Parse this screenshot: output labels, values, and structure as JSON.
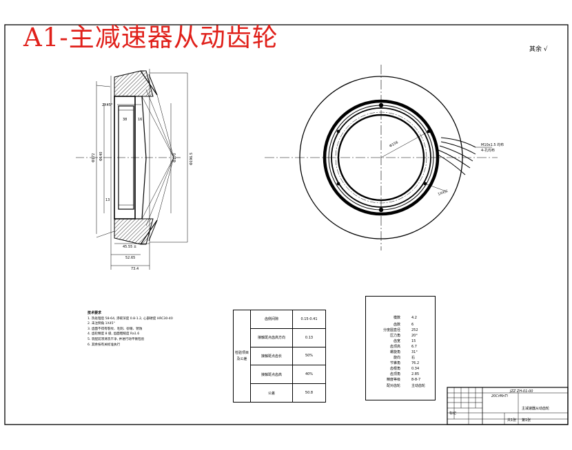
{
  "title": "A1-主减速器从动齿轮",
  "roughness_mark": "其余 √",
  "section_view": {
    "labels": {
      "chamfer": "2X45°",
      "dim_38": "38",
      "dim_16": "16",
      "dim_13": "13",
      "dia_left_outer": "Φ172",
      "dia_left_inner": "Φ140",
      "dia_right_1": "Φ170",
      "dia_right_2": "Φ196.5",
      "bottom_1": "45.55 ±",
      "bottom_2": "52.65",
      "bottom_3": "73.4"
    }
  },
  "front_view": {
    "labels": {
      "bolt_circle": "Φ156",
      "note_holes": "4-孔均布",
      "note_thread": "M10x1.5 均布",
      "chamfer": "1X45°"
    }
  },
  "tech_notes": {
    "title": "技术要求",
    "lines": [
      "1. 热处理后 58-64, 渗碳深度 0.8-1.2, 心部硬度 HRC30-40",
      "2. 未注倒角 1X45°",
      "3. 齿面不得有裂纹、毛刺、砂眼、锈蚀",
      "4. 齿轮精度 8 级, 齿面粗糙度 Ra1.6",
      "5. 装配前须清洗干净, 并进行动平衡检验",
      "6. 其余按有关标准执行"
    ]
  },
  "inspection_table": {
    "side_label": "检验项目及公差",
    "rows": [
      {
        "label": "齿侧间隙",
        "value": "0.15-0.41"
      },
      {
        "label": "接触斑点齿高方向",
        "value": "0.13"
      },
      {
        "label": "接触斑点齿长",
        "value": "50%"
      },
      {
        "label": "接触斑点齿高",
        "value": "40%"
      },
      {
        "label": "公差",
        "value": "50.8"
      }
    ]
  },
  "gear_params": {
    "rows": [
      {
        "label": "模数",
        "value": "4.2"
      },
      {
        "label": "齿数",
        "value": "6"
      },
      {
        "label": "分度圆直径",
        "value": "252"
      },
      {
        "label": "压力角",
        "value": "20°"
      },
      {
        "label": "齿宽",
        "value": "15"
      },
      {
        "label": "齿顶高",
        "value": "6.7"
      },
      {
        "label": "螺旋角",
        "value": "31°"
      },
      {
        "label": "旋向",
        "value": "右"
      },
      {
        "label": "节锥角",
        "value": "76.2"
      },
      {
        "label": "齿根角",
        "value": "0.34"
      },
      {
        "label": "齿顶角",
        "value": "2.85"
      },
      {
        "label": "精度等级",
        "value": "8-8-7"
      },
      {
        "label": "配对齿轮",
        "value": "主动齿轮"
      }
    ]
  },
  "title_block": {
    "drawing_code": "JZZ ZH-01-00",
    "material": "20CrMnTi",
    "name": "主减速器从动齿轮",
    "scale": "共1张",
    "sheet": "第1张",
    "bottom_left": "标记"
  }
}
